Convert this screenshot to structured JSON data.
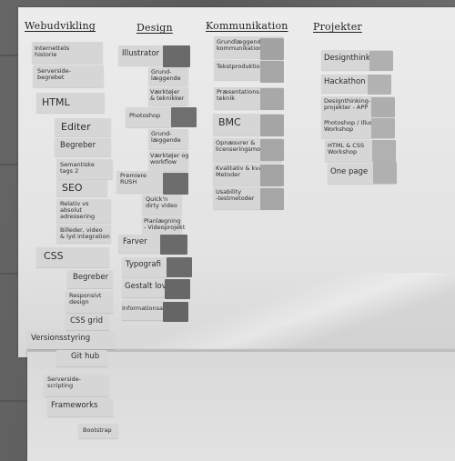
{
  "columns": [
    {
      "heading": "Webudvikling",
      "items": [
        "Internettets\nhistorie",
        "Serverside-\nbegrebet",
        "HTML",
        "Editer",
        "Begreber",
        "Semantiske\ntags 2",
        "SEO",
        "Relativ vs\nabsolut\nadressering",
        "Billeder, video\n& lyd integration",
        "CSS",
        "Begreber",
        "Responsivt\ndesign",
        "CSS grid",
        "Versionsstyring"
      ]
    },
    {
      "heading": "Design",
      "items": [
        "Illustrator",
        "Grund-\nlæggende",
        "Værktøjer\n& teknikker",
        "Photoshop",
        "Grund-\nlæggende",
        "Værktøjer og\nworkflow",
        "Premiere\nRUSH",
        "Quick'n\ndirty video",
        "Planlægning\n- Videoprojekt",
        "Farver",
        "Typografi",
        "Gestalt love",
        "Informationsarkitektur"
      ]
    },
    {
      "heading": "Kommunikation",
      "items": [
        "Grundlæggende\nkommunikation",
        "Tekstproduktion",
        "Præsentations-\nteknik",
        "BMC",
        "Opnæsvrer &\nlicenseringsmodeller",
        "Kvalitativ & kvantitativ\nMetoder",
        "Usability\n-testmetoder"
      ]
    },
    {
      "heading": "Projekter",
      "items": [
        "Designthinking",
        "Hackathon",
        "Designthinking-\nprojekter - APP",
        "Photoshop / Illustrator\nWorkshop",
        "HTML & CSS\nWorkshop",
        "One page"
      ]
    }
  ],
  "bottom_items": [
    "Git hub",
    "Serverside-\nscripting",
    "Frameworks",
    "Bootstrap"
  ],
  "colors": {
    "swatch_dark": "#6a6a6a",
    "swatch_mid": "#8a8a8a",
    "swatch_light": "#a8a8a8",
    "note": "#d6d6d6"
  }
}
